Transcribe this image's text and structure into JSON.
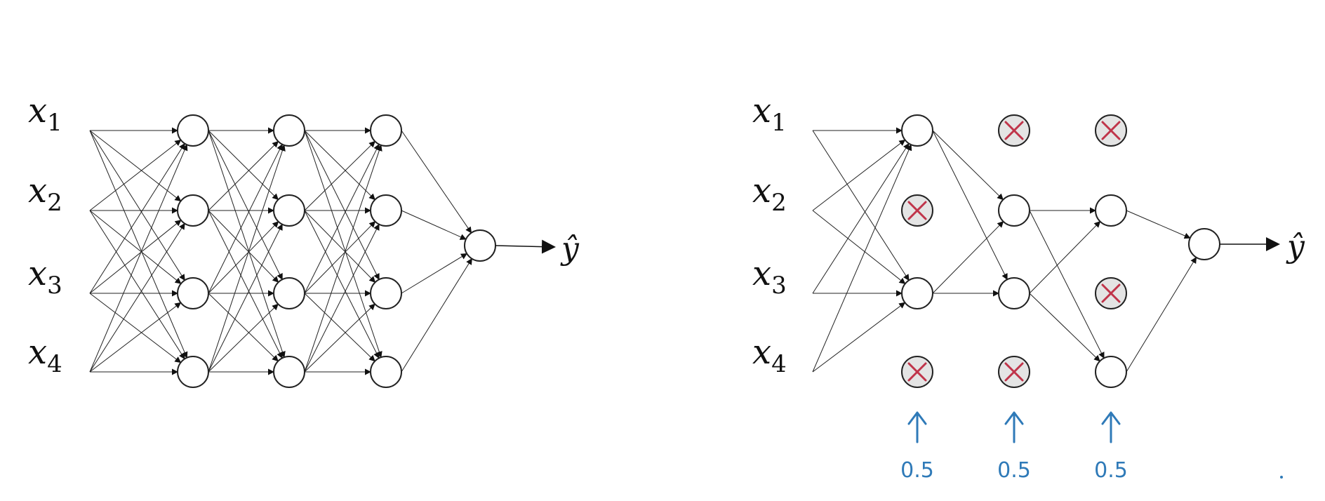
{
  "full_network": {
    "inputs": [
      {
        "var": "x",
        "sub": "1"
      },
      {
        "var": "x",
        "sub": "2"
      },
      {
        "var": "x",
        "sub": "3"
      },
      {
        "var": "x",
        "sub": "4"
      }
    ],
    "hidden_layers": [
      4,
      4,
      4
    ],
    "output_label": "ŷ"
  },
  "dropout_network": {
    "inputs": [
      {
        "var": "x",
        "sub": "1"
      },
      {
        "var": "x",
        "sub": "2"
      },
      {
        "var": "x",
        "sub": "3"
      },
      {
        "var": "x",
        "sub": "4"
      }
    ],
    "layers": [
      {
        "kept": [
          true,
          false,
          true,
          false
        ],
        "keep_prob": "0.5"
      },
      {
        "kept": [
          false,
          true,
          true,
          false
        ],
        "keep_prob": "0.5"
      },
      {
        "kept": [
          false,
          true,
          false,
          true
        ],
        "keep_prob": "0.5"
      }
    ],
    "output_label": "ŷ"
  },
  "colors": {
    "line": "#222222",
    "dropout_cross": "#c0344a",
    "handwriting": "#2f7ab8"
  }
}
